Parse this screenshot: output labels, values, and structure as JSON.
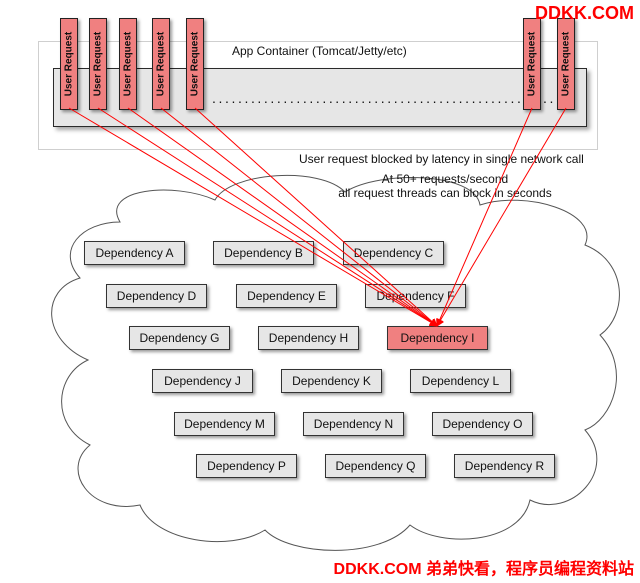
{
  "app_container": {
    "title": "App Container (Tomcat/Jetty/etc)",
    "ellipsis": "........................................................"
  },
  "requests": [
    {
      "label": "User Request"
    },
    {
      "label": "User Request"
    },
    {
      "label": "User Request"
    },
    {
      "label": "User Request"
    },
    {
      "label": "User Request"
    },
    {
      "label": "User Request"
    },
    {
      "label": "User Request"
    }
  ],
  "notes": {
    "blocked": "User request blocked by latency in single network call",
    "rate_line1": "At 50+ requests/second",
    "rate_line2": "all request threads can block in seconds"
  },
  "dependencies": [
    {
      "label": "Dependency A"
    },
    {
      "label": "Dependency B"
    },
    {
      "label": "Dependency C"
    },
    {
      "label": "Dependency D"
    },
    {
      "label": "Dependency E"
    },
    {
      "label": "Dependency F"
    },
    {
      "label": "Dependency G"
    },
    {
      "label": "Dependency H"
    },
    {
      "label": "Dependency I"
    },
    {
      "label": "Dependency J"
    },
    {
      "label": "Dependency K"
    },
    {
      "label": "Dependency L"
    },
    {
      "label": "Dependency M"
    },
    {
      "label": "Dependency N"
    },
    {
      "label": "Dependency O"
    },
    {
      "label": "Dependency P"
    },
    {
      "label": "Dependency Q"
    },
    {
      "label": "Dependency R"
    }
  ],
  "colors": {
    "request_fill": "#f08080",
    "highlight_dependency_fill": "#f08080",
    "arrow": "#ff0000",
    "box_fill": "#e6e6e6",
    "watermark": "#ff0000"
  },
  "watermark": {
    "top": "DDKK.COM",
    "bottom": "DDKK.COM 弟弟快看，程序员编程资料站"
  }
}
